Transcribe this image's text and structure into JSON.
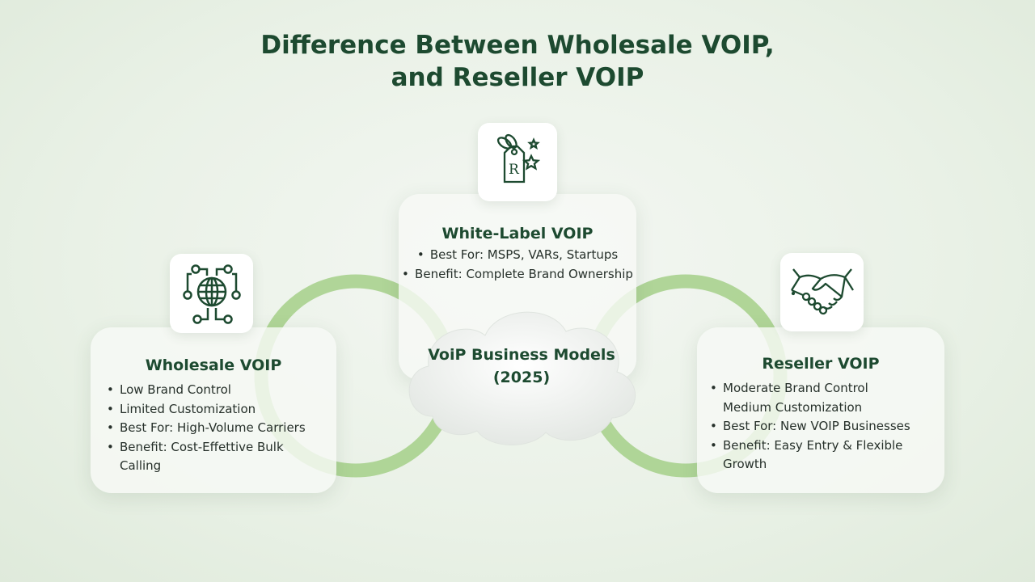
{
  "title": {
    "line1": "Difference Between Wholesale VOIP,",
    "line2": "and Reseller VOIP"
  },
  "colors": {
    "title": "#1d4a30",
    "ring": "#a9d18e",
    "icon_stroke": "#1d4a30"
  },
  "center": {
    "line1": "VoiP Business Models",
    "line2": "(2025)"
  },
  "cards": {
    "wholesale": {
      "icon": "globe-network-icon",
      "title": "Wholesale VOIP",
      "items": [
        "Low Brand Control",
        "Limited Customization",
        "Best For: High-Volume Carriers",
        "Benefit: Cost-Effettive Bulk",
        "Calling"
      ]
    },
    "whitelabel": {
      "icon": "brand-tag-icon",
      "title": "White-Label VOIP",
      "items": [
        "Best For: MSPS, VARs, Startups",
        "Benefit: Complete Brand Ownership"
      ]
    },
    "reseller": {
      "icon": "handshake-icon",
      "title": "Reseller VOIP",
      "items": [
        "Moderate Brand Control",
        "Medium Customization",
        "Best For: New VOIP Businesses",
        "Benefit: Easy Entry & Flexible",
        "Growth"
      ]
    }
  }
}
